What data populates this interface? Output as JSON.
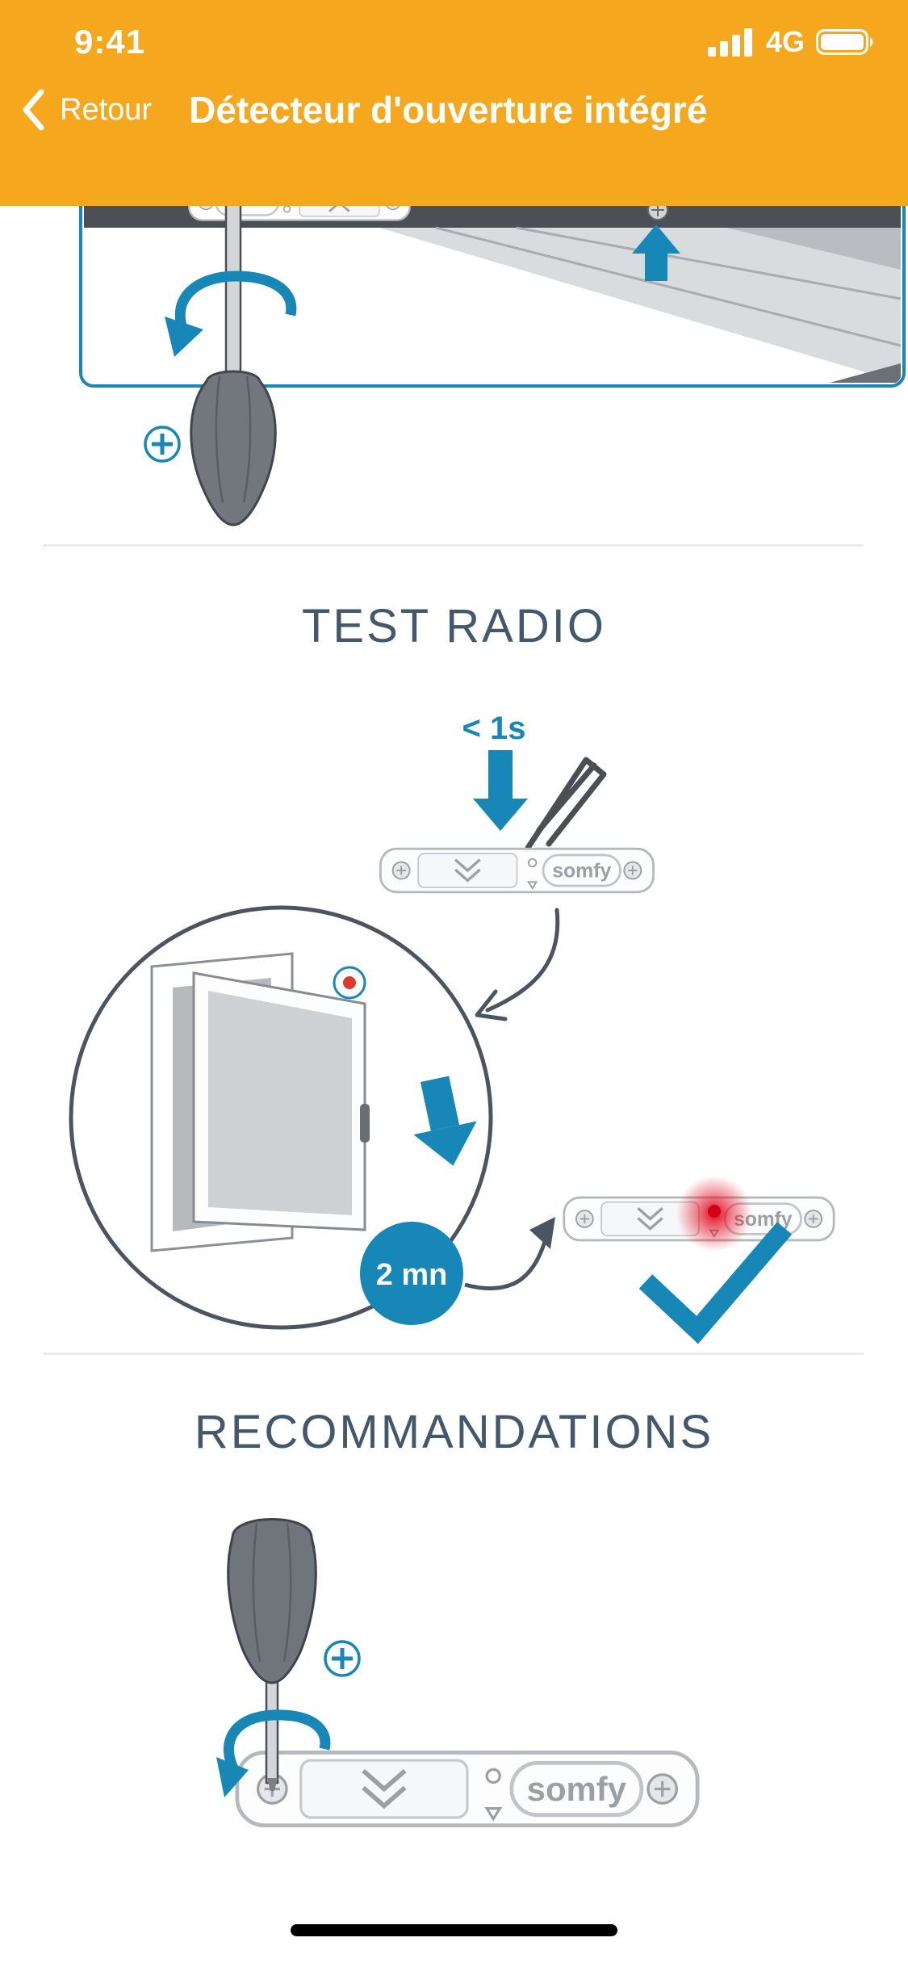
{
  "status_bar": {
    "time": "9:41",
    "network": "4G"
  },
  "nav": {
    "back_label": "Retour",
    "title": "Détecteur d'ouverture intégré"
  },
  "sections": {
    "test_radio": {
      "title": "TEST RADIO",
      "press_label": "< 1s",
      "wait_label": "2 mn"
    },
    "recommandations": {
      "title": "RECOMMANDATIONS"
    }
  },
  "device": {
    "brand": "somfy"
  },
  "icons": {
    "back": "chevron-left",
    "signal": "signal-bars-4",
    "battery": "battery-full",
    "screw_head": "phillips-plus-circle",
    "rotate": "unscrew-rotation-arrow",
    "confirm": "checkmark",
    "led": "red-led-glow"
  },
  "colors": {
    "header_yellow": "#F5A81E",
    "accent_blue": "#1787B8",
    "heading_text": "#44586B",
    "led_red": "#DC0018",
    "home_indicator": "#000000"
  }
}
